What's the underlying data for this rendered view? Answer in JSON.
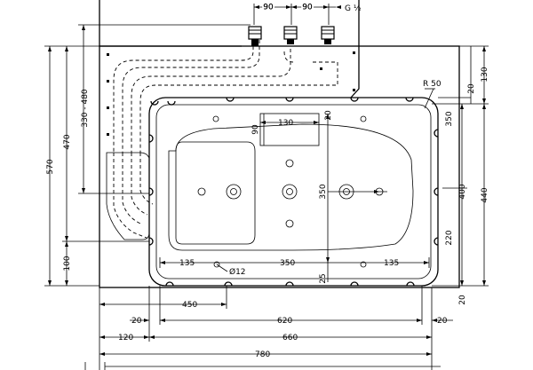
{
  "labels": {
    "spacing_a": "90",
    "spacing_b": "90",
    "thread": "G ½",
    "radius": "R 50",
    "hole_dia": "Ø12",
    "top_130": "130",
    "top_90": "90",
    "center_350_h": "350",
    "center_350_v": "350",
    "left_135": "135",
    "right_135": "135",
    "dim_25": "25",
    "dim_20_a": "20",
    "dim_20_b": "20",
    "dim_20_c": "20",
    "dim_20_d": "20",
    "dim_20_e": "20",
    "dim_450": "450",
    "dim_620": "620",
    "dim_120": "120",
    "dim_660": "660",
    "dim_780": "780",
    "dim_570": "570",
    "dim_470": "470",
    "dim_330_480": "330 - 480",
    "dim_100": "100",
    "dim_130_right": "130",
    "dim_350_right": "350",
    "dim_400": "400",
    "dim_440": "440",
    "dim_220": "220"
  }
}
